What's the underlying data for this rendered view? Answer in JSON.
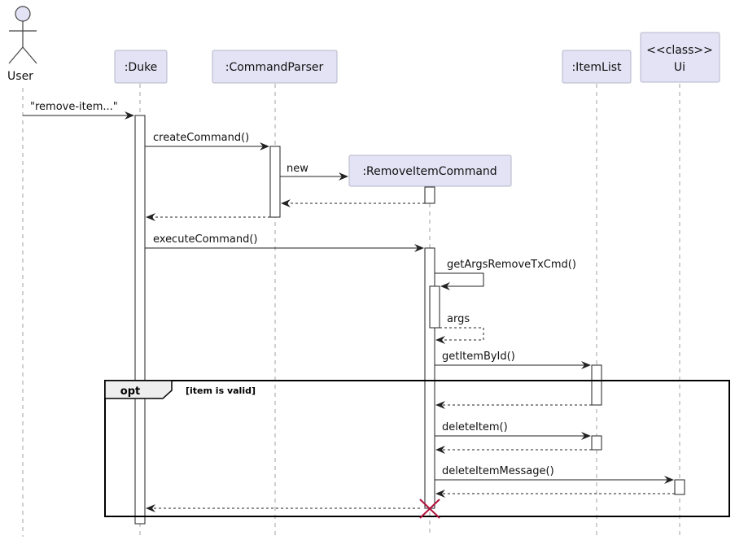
{
  "participants": {
    "user": {
      "label": "User"
    },
    "duke": {
      "label": ":Duke"
    },
    "parser": {
      "label": ":CommandParser"
    },
    "remove_cmd": {
      "label": ":RemoveItemCommand"
    },
    "itemlist": {
      "label": ":ItemList"
    },
    "ui": {
      "stereotype": "<<class>>",
      "label": "Ui"
    }
  },
  "messages": {
    "m1": "\"remove-item...\"",
    "m2": "createCommand()",
    "m3": "new",
    "m4": "executeCommand()",
    "m5": "getArgsRemoveTxCmd()",
    "m6": "args",
    "m7": "getItemById()",
    "m8": "deleteItem()",
    "m9": "deleteItemMessage()"
  },
  "fragment": {
    "operator": "opt",
    "guard": "[item is valid]"
  },
  "colors": {
    "participant_fill": "#e3e3f5",
    "destroy_mark": "#b0103a"
  }
}
